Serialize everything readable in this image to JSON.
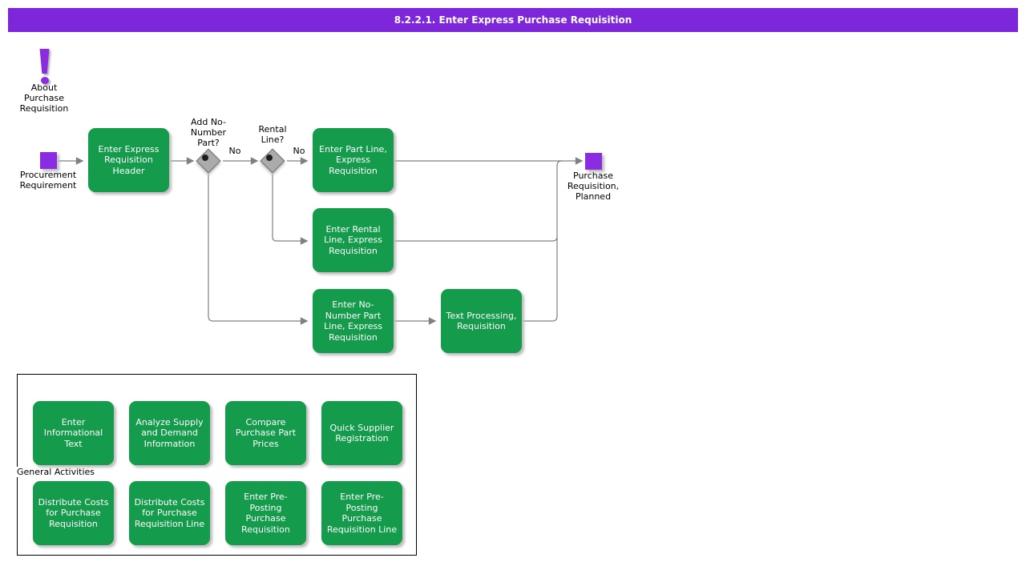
{
  "title_bar": {
    "text": "8.2.2.1. Enter Express Purchase Requisition"
  },
  "colors": {
    "titlebar_purple": "#7E27DA",
    "event_purple": "#8B2BE2",
    "task_green": "#149B4B",
    "connector_gray": "#808080",
    "decision_gray": "#ABABAB"
  },
  "about_icon": {
    "icon": "exclamation-icon",
    "label": "About\nPurchase\nRequisition"
  },
  "flow": {
    "start": {
      "label": "Procurement\nRequirement"
    },
    "end": {
      "label": "Purchase\nRequisition,\nPlanned"
    },
    "decisions": [
      {
        "label": "Add No-\nNumber\nPart?",
        "branch_label": "No"
      },
      {
        "label": "Rental\nLine?",
        "branch_label": "No"
      }
    ],
    "tasks": [
      {
        "label": "Enter Express\nRequisition\nHeader"
      },
      {
        "label": "Enter Part Line,\nExpress\nRequisition"
      },
      {
        "label": "Enter Rental\nLine, Express\nRequisition"
      },
      {
        "label": "Enter No-\nNumber Part\nLine, Express\nRequisition"
      },
      {
        "label": "Text Processing,\nRequisition"
      }
    ]
  },
  "general_activities": {
    "group_label": "General Activities",
    "items": [
      {
        "label": "Enter\nInformational\nText"
      },
      {
        "label": "Analyze Supply\nand Demand\nInformation"
      },
      {
        "label": "Compare\nPurchase Part\nPrices"
      },
      {
        "label": "Quick Supplier\nRegistration"
      },
      {
        "label": "Distribute Costs\nfor Purchase\nRequisition"
      },
      {
        "label": "Distribute Costs\nfor Purchase\nRequisition Line"
      },
      {
        "label": "Enter Pre-\nPosting\nPurchase\nRequisition"
      },
      {
        "label": "Enter Pre-\nPosting\nPurchase\nRequisition Line"
      }
    ]
  }
}
